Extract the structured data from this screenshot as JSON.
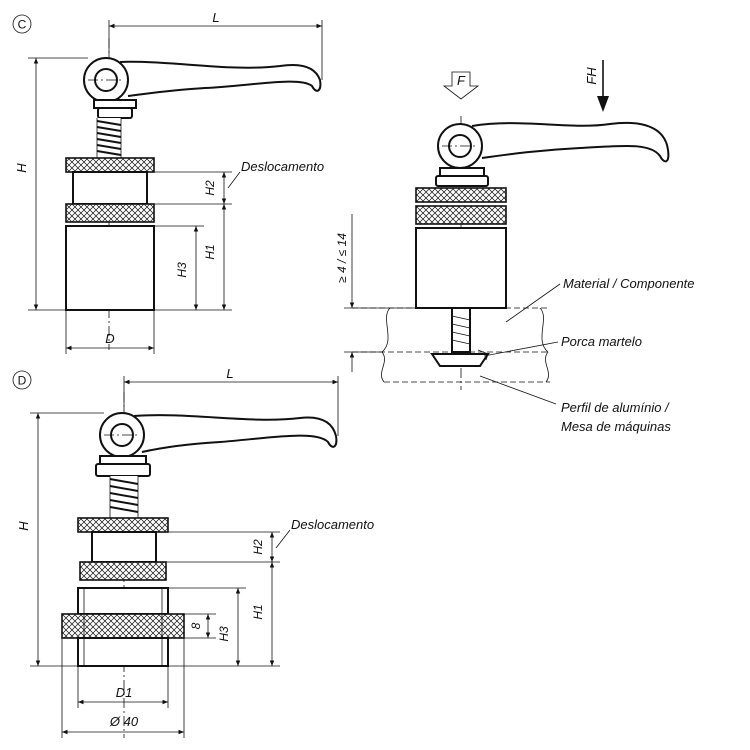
{
  "view_c": {
    "marker": "C",
    "dim_L": "L",
    "dim_H": "H",
    "dim_H1": "H1",
    "dim_H2": "H2",
    "dim_H3": "H3",
    "dim_D": "D",
    "callout_shift": "Deslocamento"
  },
  "view_d": {
    "marker": "D",
    "dim_L": "L",
    "dim_H": "H",
    "dim_H1": "H1",
    "dim_H2": "H2",
    "dim_H3": "H3",
    "dim_8": "8",
    "dim_D1": "D1",
    "dim_dia40": "Ø 40",
    "callout_shift": "Deslocamento"
  },
  "mounting_view": {
    "force_F": "F",
    "force_FH": "FH",
    "dim_thickness": "≥ 4 / ≤ 14",
    "label_material": "Material / Componente",
    "label_nut": "Porca martelo",
    "label_profile_1": "Perfil de alumínio /",
    "label_profile_2": "Mesa de máquinas"
  }
}
